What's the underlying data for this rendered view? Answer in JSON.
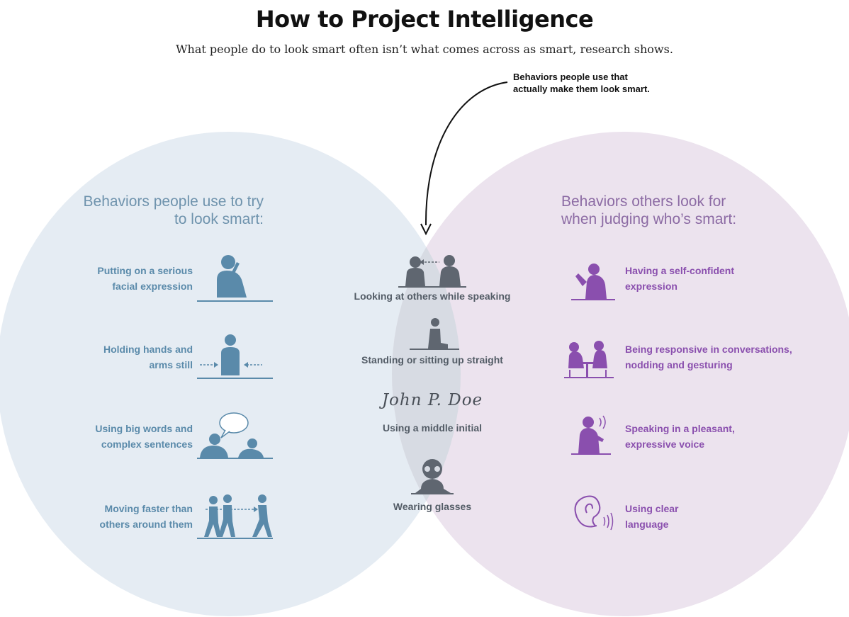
{
  "title": "How to Project Intelligence",
  "subtitle": "What people do to look smart often isn’t what comes across as smart, research shows.",
  "callout": {
    "line1": "Behaviors people use that",
    "line2": "actually make them look smart."
  },
  "left_set": {
    "heading_line1": "Behaviors people use to try",
    "heading_line2": "to look smart:",
    "items": [
      {
        "line1": "Putting on a serious",
        "line2": "facial expression",
        "icon": "thinking-person-icon"
      },
      {
        "line1": "Holding hands and",
        "line2": "arms still",
        "icon": "arms-still-person-icon"
      },
      {
        "line1": "Using big words and",
        "line2": "complex sentences",
        "icon": "speech-bubble-people-icon"
      },
      {
        "line1": "Moving faster than",
        "line2": "others around them",
        "icon": "walking-people-icon"
      }
    ]
  },
  "right_set": {
    "heading_line1": "Behaviors others look for",
    "heading_line2": "when judging who’s smart:",
    "items": [
      {
        "line1": "Having a self-confident",
        "line2": "expression",
        "icon": "confident-person-icon"
      },
      {
        "line1": "Being responsive in conversations,",
        "line2": "nodding and gesturing",
        "icon": "conversation-table-icon"
      },
      {
        "line1": "Speaking in a pleasant,",
        "line2": "expressive voice",
        "icon": "speaking-person-icon"
      },
      {
        "line1": "Using clear",
        "line2": "language",
        "icon": "ear-icon"
      }
    ]
  },
  "overlap": {
    "items": [
      {
        "label": "Looking at others while speaking",
        "icon": "eye-contact-icon"
      },
      {
        "label": "Standing or sitting up straight",
        "icon": "sitting-person-icon"
      },
      {
        "label": "Using a middle initial",
        "icon": "signature-icon",
        "signature": "John P. Doe"
      },
      {
        "label": "Wearing glasses",
        "icon": "glasses-person-icon"
      }
    ]
  },
  "colors": {
    "left_circle": "#e5ecf3",
    "right_circle": "#ece3ee",
    "overlap": "#d7dbe3",
    "left_text": "#5a8aaa",
    "right_text": "#8a4fae",
    "mid_text": "#535c66"
  }
}
